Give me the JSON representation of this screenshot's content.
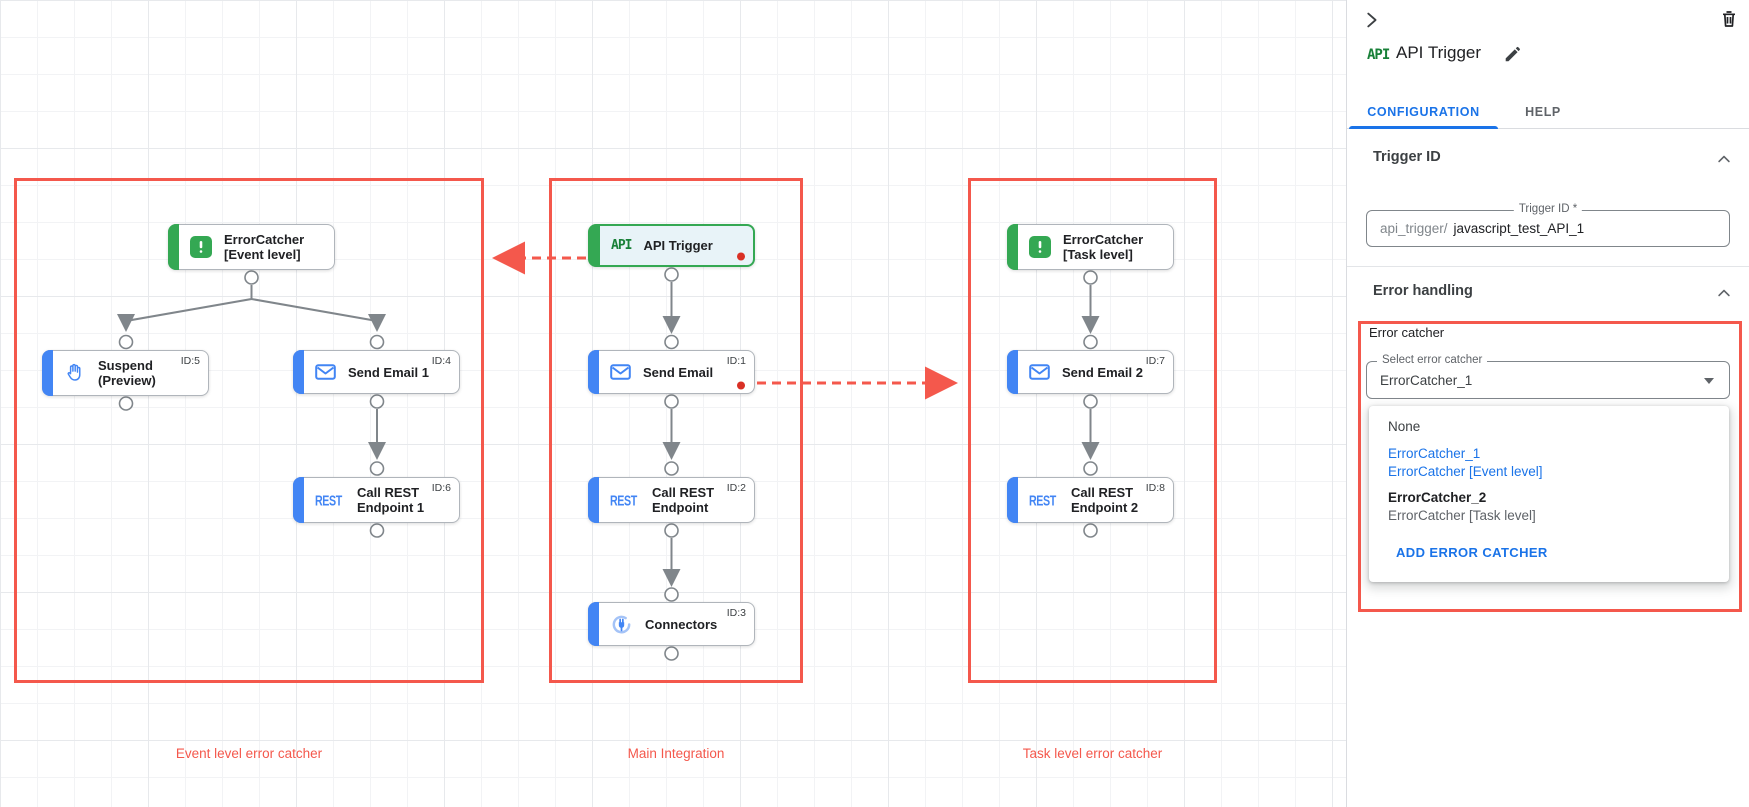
{
  "colors": {
    "annotation_red": "#f4584c",
    "task_blue": "#4285f4",
    "trigger_green": "#34a853",
    "link_blue": "#1a73e8",
    "error_dot_red": "#d93025"
  },
  "canvas": {
    "groups": [
      {
        "label": "Event level error catcher"
      },
      {
        "label": "Main Integration"
      },
      {
        "label": "Task level error catcher"
      }
    ],
    "nodes": [
      {
        "line1": "ErrorCatcher",
        "line2": "[Event level]",
        "id_badge": "",
        "icon": "error-catcher"
      },
      {
        "line1": "Suspend",
        "line2": "(Preview)",
        "id_badge": "ID:5",
        "icon": "hand"
      },
      {
        "line1": "Send Email 1",
        "id_badge": "ID:4",
        "icon": "mail"
      },
      {
        "line1": "Call REST",
        "line2": "Endpoint 1",
        "id_badge": "ID:6",
        "icon": "rest",
        "icon_text": "REST"
      },
      {
        "line1": "API Trigger",
        "id_badge": "",
        "icon": "api",
        "icon_text": "API"
      },
      {
        "line1": "Send Email",
        "id_badge": "ID:1",
        "icon": "mail"
      },
      {
        "line1": "Call REST",
        "line2": "Endpoint",
        "id_badge": "ID:2",
        "icon": "rest",
        "icon_text": "REST"
      },
      {
        "line1": "Connectors",
        "id_badge": "ID:3",
        "icon": "connectors"
      },
      {
        "line1": "ErrorCatcher",
        "line2": "[Task level]",
        "id_badge": "",
        "icon": "error-catcher"
      },
      {
        "line1": "Send Email 2",
        "id_badge": "ID:7",
        "icon": "mail"
      },
      {
        "line1": "Call REST",
        "line2": "Endpoint 2",
        "id_badge": "ID:8",
        "icon": "rest",
        "icon_text": "REST"
      }
    ]
  },
  "panel": {
    "header": {
      "badge": "API",
      "title": "API Trigger"
    },
    "tabs": {
      "configuration": "CONFIGURATION",
      "help": "HELP"
    },
    "trigger_id": {
      "section": "Trigger ID",
      "label": "Trigger ID *",
      "prefix": "api_trigger/",
      "value": "javascript_test_API_1"
    },
    "error_handling": {
      "section": "Error handling",
      "group_label": "Error catcher",
      "select_label": "Select error catcher",
      "select_value": "ErrorCatcher_1",
      "menu": {
        "none": "None",
        "options": [
          {
            "title": "ErrorCatcher_1",
            "subtitle": "ErrorCatcher [Event level]"
          },
          {
            "title": "ErrorCatcher_2",
            "subtitle": "ErrorCatcher [Task level]"
          }
        ],
        "add": "ADD ERROR CATCHER"
      }
    }
  }
}
